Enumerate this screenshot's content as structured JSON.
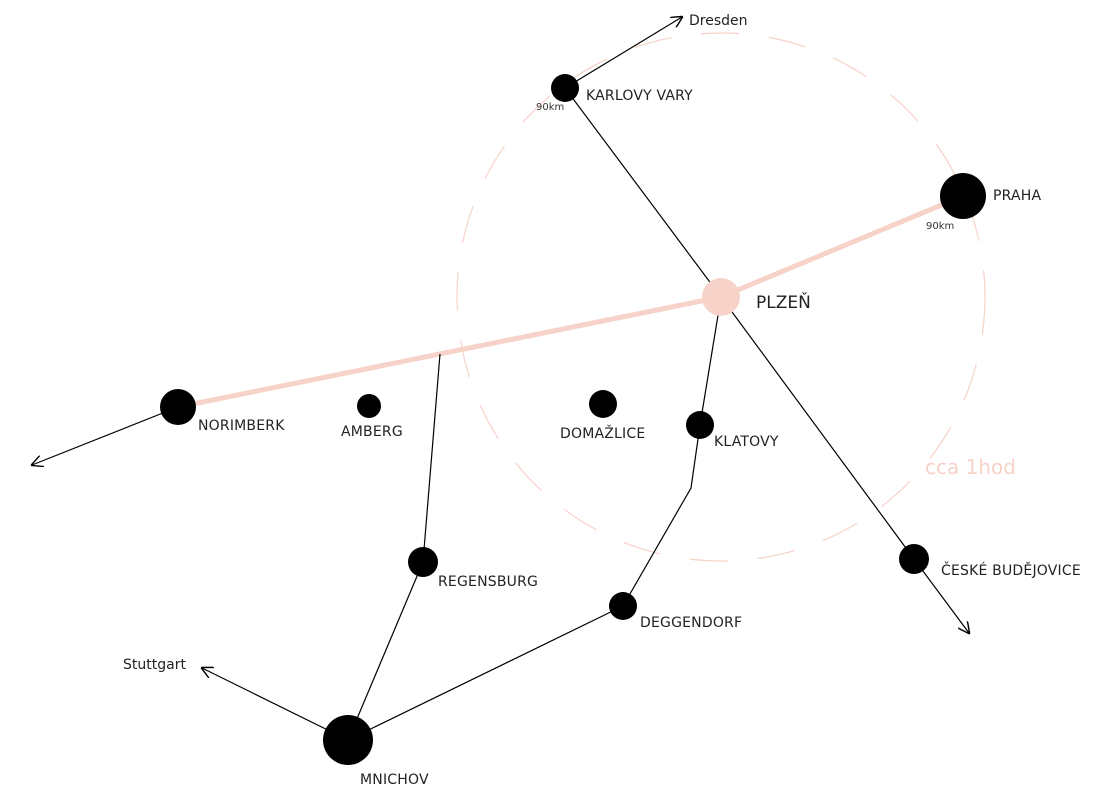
{
  "colors": {
    "accent": "#f6d2c8",
    "ink": "#000000",
    "text": "#222222"
  },
  "hub": {
    "name": "PLZEŇ"
  },
  "radius_label": "cca 1hod",
  "cities": {
    "karlovy_vary": "KARLOVY VARY",
    "praha": "PRAHA",
    "norimberk": "NORIMBERK",
    "amberg": "AMBERG",
    "domazlice": "DOMAŽLICE",
    "klatovy": "KLATOVY",
    "regensburg": "REGENSBURG",
    "deggendorf": "DEGGENDORF",
    "ceske_budejovice": "ČESKÉ BUDĚJOVICE",
    "mnichov": "MNICHOV"
  },
  "external_destinations": {
    "dresden": "Dresden",
    "stuttgart": "Stuttgart"
  },
  "distances": {
    "karlovy_vary": "90km",
    "praha": "90km"
  }
}
